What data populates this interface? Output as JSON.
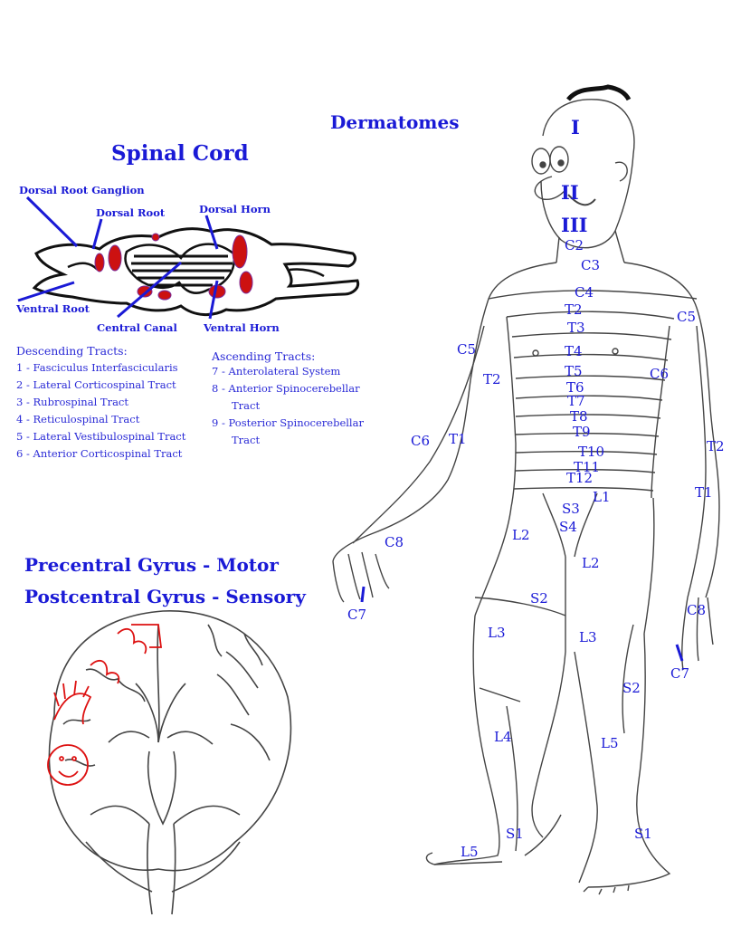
{
  "spinal_cord": {
    "title": "Spinal Cord",
    "labels": {
      "dorsal_root_ganglion": "Dorsal Root Ganglion",
      "dorsal_root": "Dorsal Root",
      "dorsal_horn": "Dorsal Horn",
      "ventral_root": "Ventral Root",
      "central_canal": "Central Canal",
      "ventral_horn": "Ventral Horn"
    },
    "descending": {
      "heading": "Descending Tracts:",
      "items": [
        "1 - Fasciculus Interfascicularis",
        "2 - Lateral Corticospinal Tract",
        "3 - Rubrospinal Tract",
        "4 - Reticulospinal Tract",
        "5 - Lateral Vestibulospinal Tract",
        "6 - Anterior Corticospinal Tract"
      ]
    },
    "ascending": {
      "heading": "Ascending Tracts:",
      "items": [
        "7 - Anterolateral System",
        "8 - Anterior Spinocerebellar",
        "Tract",
        "9 - Posterior Spinocerebellar",
        "Tract"
      ]
    }
  },
  "gyrus": {
    "line1": "Precentral Gyrus - Motor",
    "line2": "Postcentral Gyrus - Sensory"
  },
  "dermatomes": {
    "title": "Dermatomes",
    "labels": {
      "I": "I",
      "II": "II",
      "III": "III",
      "C2": "C2",
      "C3": "C3",
      "C4": "C4",
      "T2": "T2",
      "T3": "T3",
      "T4": "T4",
      "T5": "T5",
      "T6": "T6",
      "T7": "T7",
      "T8": "T8",
      "T9": "T9",
      "T10": "T10",
      "T11": "T11",
      "T12": "T12",
      "L1": "L1",
      "S3": "S3",
      "S4": "S4",
      "L2": "L2",
      "S2": "S2",
      "L3": "L3",
      "L4": "L4",
      "L5": "L5",
      "S1": "S1",
      "C5": "C5",
      "C6": "C6",
      "T1": "T1",
      "C7": "C7",
      "C8": "C8"
    }
  },
  "colors": {
    "label_blue": "#1a1ad6",
    "tract_red": "#cc1111",
    "line": "#222222"
  }
}
